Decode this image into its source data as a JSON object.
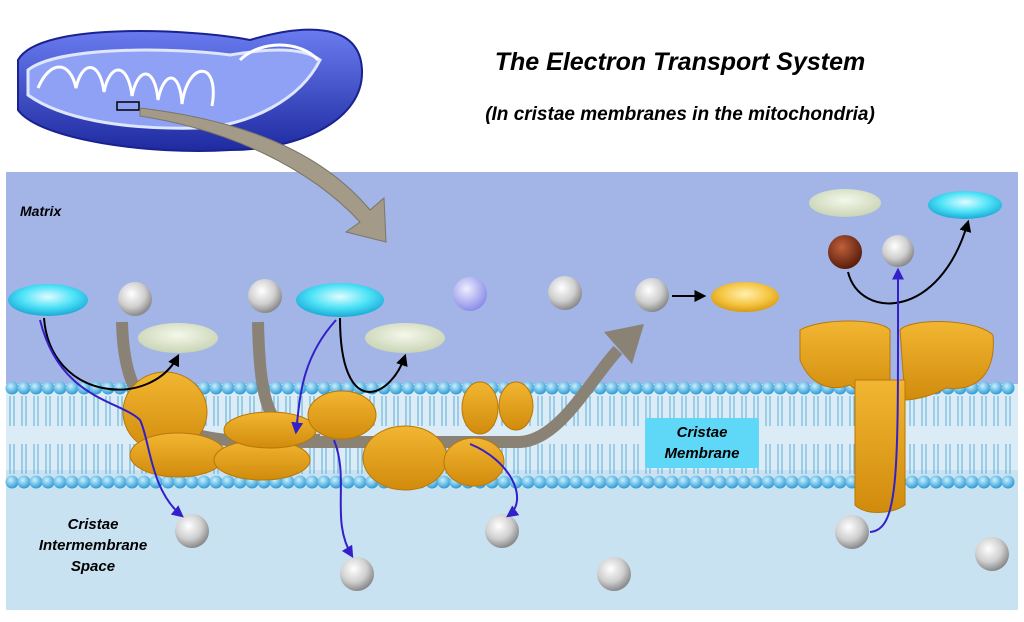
{
  "header": {
    "title": "The Electron Transport System",
    "subtitle": "(In cristae membranes in the mitochondria)"
  },
  "labels": {
    "matrix": "Matrix",
    "intermembrane_space": "Cristae Intermembrane Space",
    "intermembrane_line1": "Cristae",
    "intermembrane_line2": "Intermembrane",
    "intermembrane_line3": "Space",
    "membrane_line1": "Cristae",
    "membrane_line2": "Membrane"
  },
  "colors": {
    "matrix": "#a2b5e6",
    "intermembrane": "#c9e2f2",
    "protein": "#e8a317",
    "phospholipid_head": "#45aee3",
    "electron_arrow": "#8a8275",
    "proton_arrow": "#3320c8",
    "carrier_cyan": "#4fe3f7",
    "carrier_pale": "#e2ead2",
    "mitochondrion": "#3a48c8"
  }
}
